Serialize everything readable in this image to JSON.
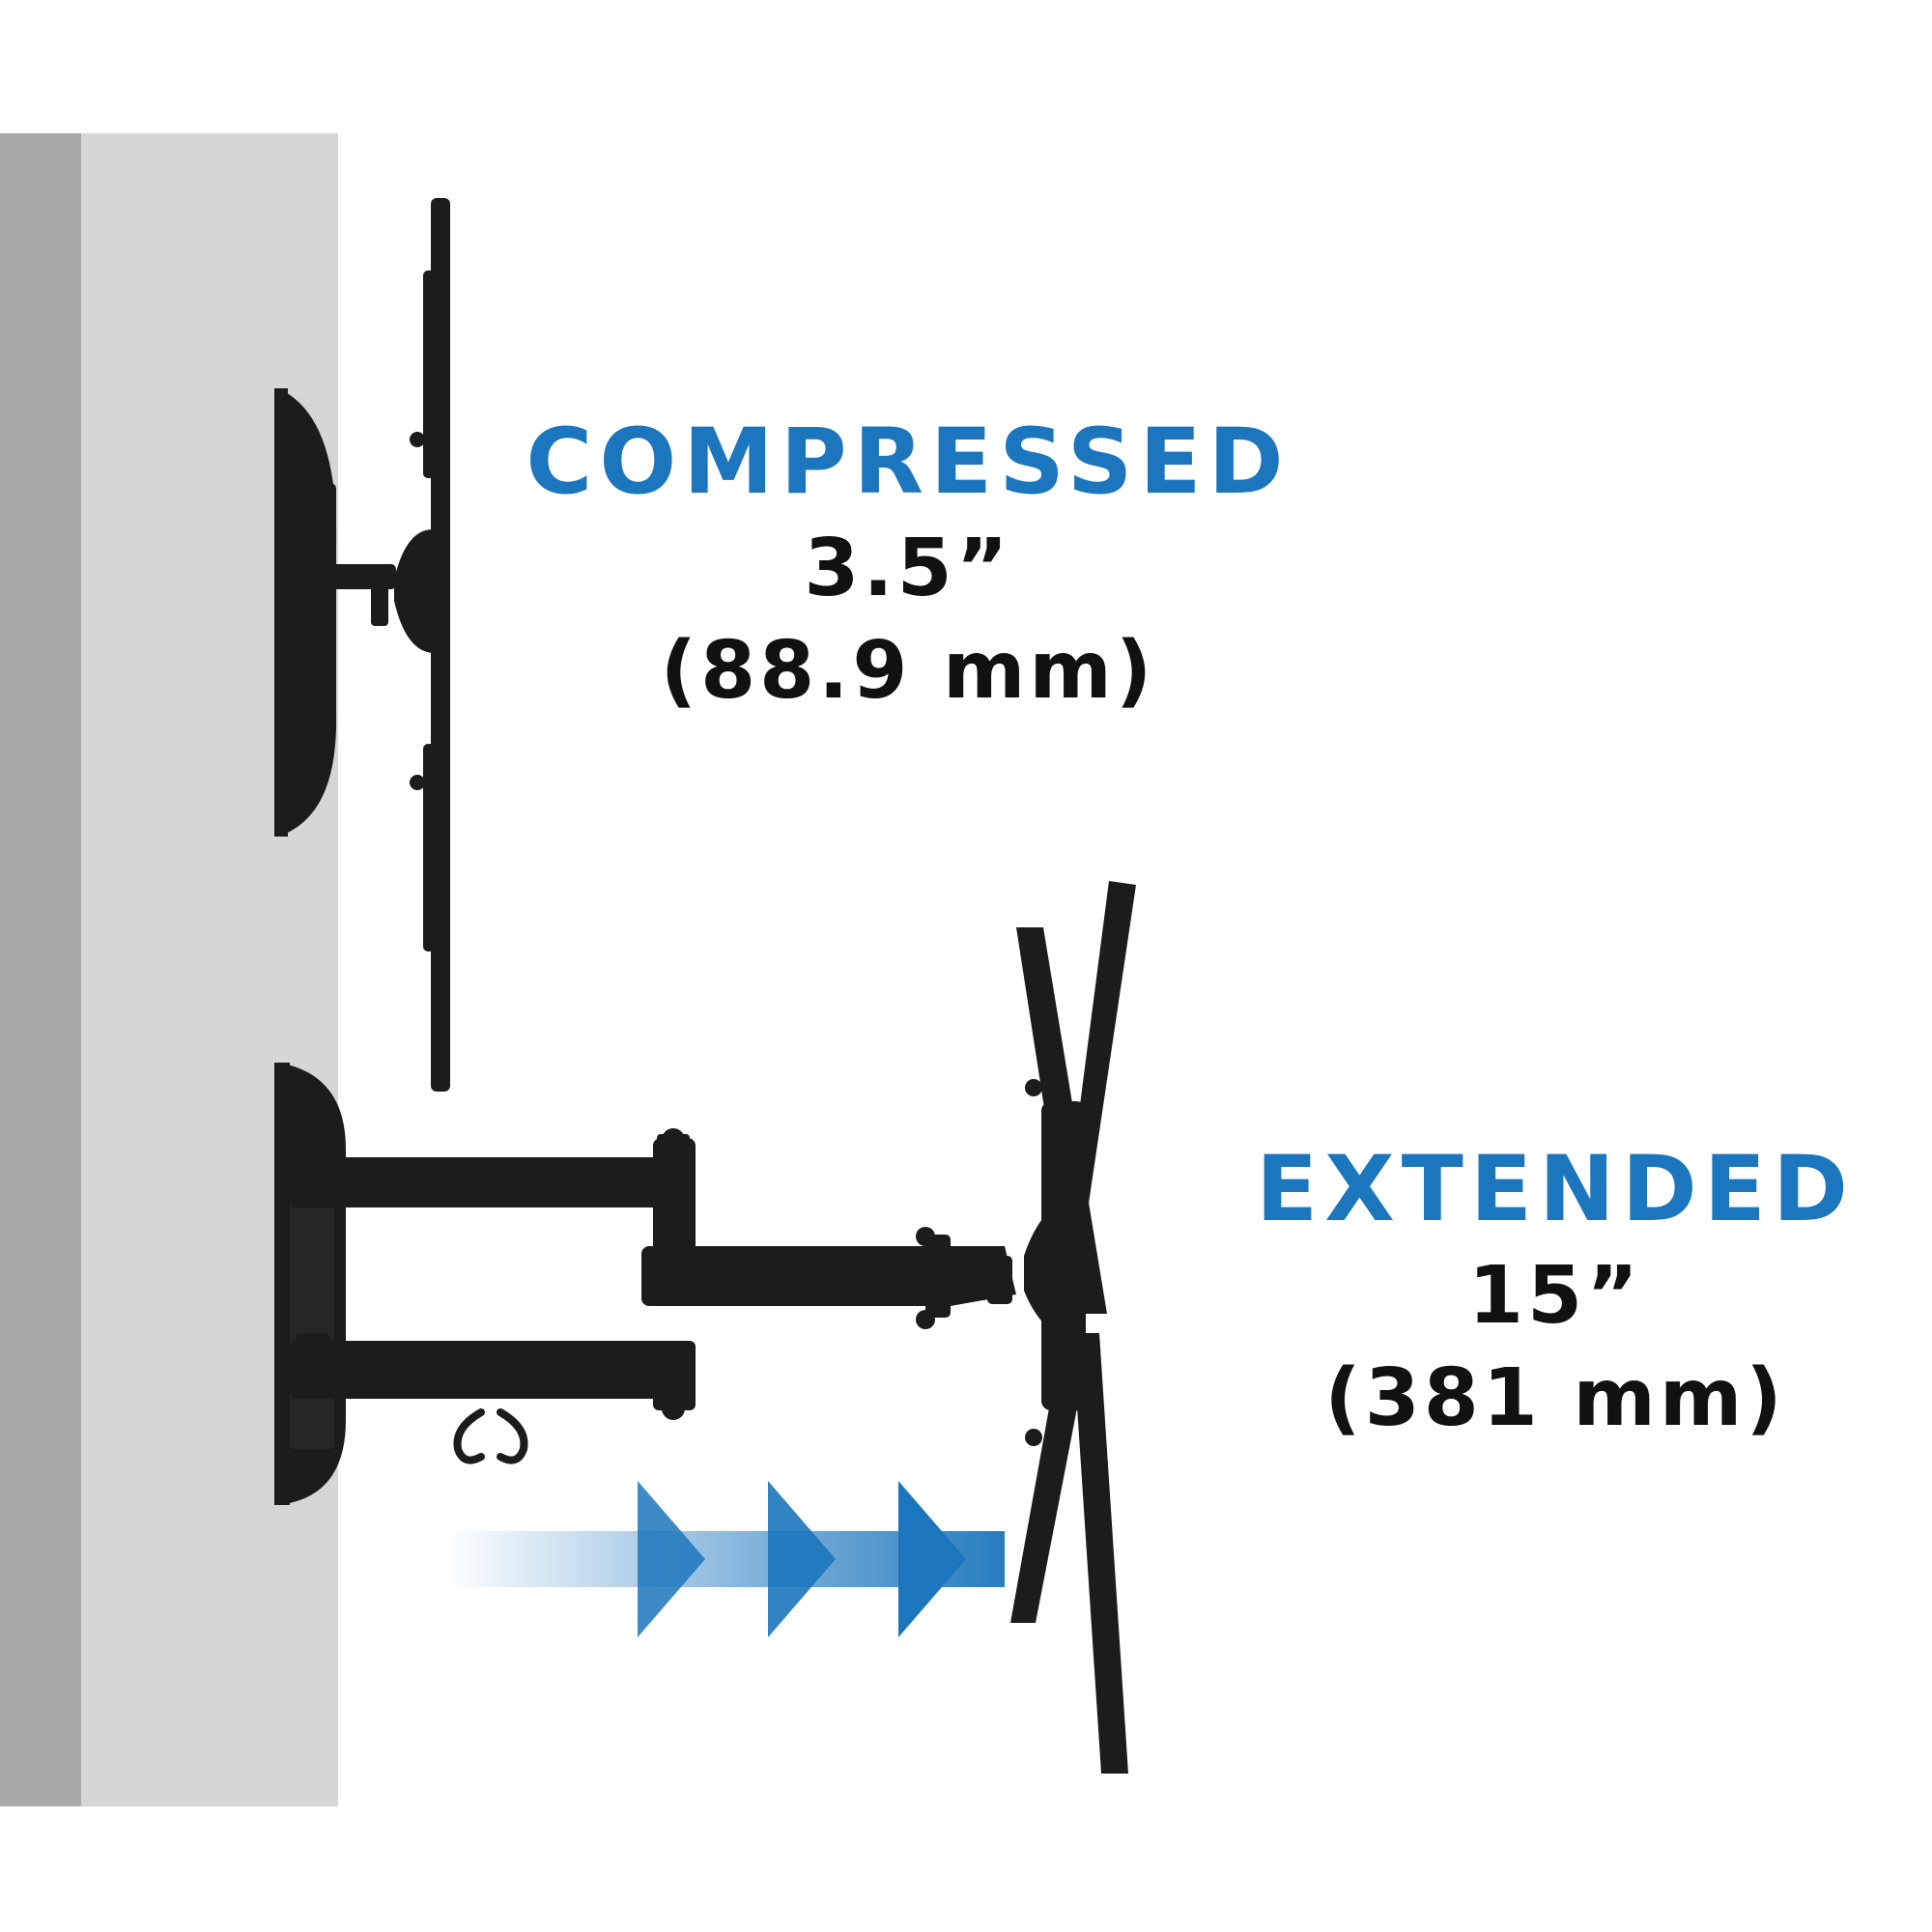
{
  "colors": {
    "accent": "#1c76bd",
    "text": "#111111",
    "wall_dark": "#a9a9a9",
    "wall_light": "#d6d6d6",
    "mount": "#1c1c1c"
  },
  "compressed": {
    "state_label": "COMPRESSED",
    "inches": "3.5”",
    "millimeters": "(88.9 mm)"
  },
  "extended": {
    "state_label": "EXTENDED",
    "inches": "15”",
    "millimeters": "(381 mm)"
  },
  "icons": {
    "arrows": "triple-right-arrow-icon"
  }
}
